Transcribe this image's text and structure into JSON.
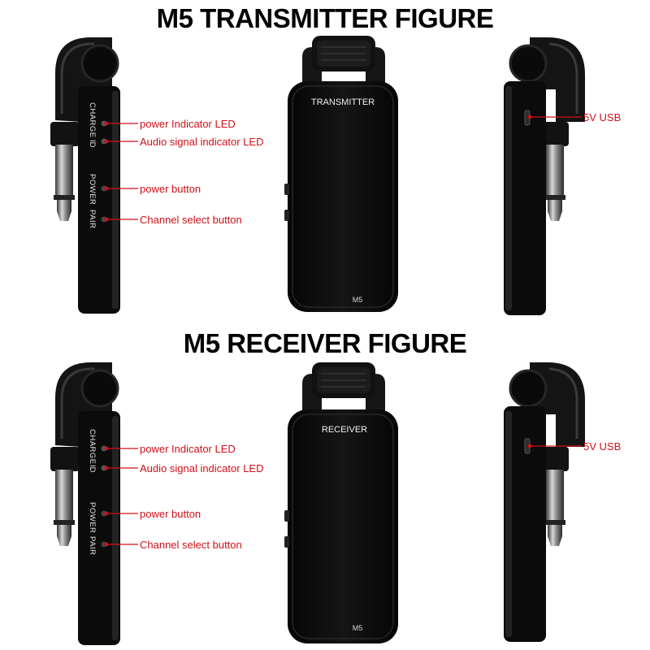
{
  "transmitter": {
    "title": "M5 TRANSMITTER FIGURE",
    "front_label": "TRANSMITTER",
    "model": "M5",
    "side_labels": {
      "charge": "CHARGE",
      "id": "ID",
      "power": "POWER",
      "pair": "PAIR"
    },
    "callouts": {
      "power_led": "power Indicator LED",
      "audio_led": "Audio signal indicator LED",
      "power_button": "power button",
      "channel_button": "Channel select button",
      "usb": "5V USB"
    }
  },
  "receiver": {
    "title": "M5 RECEIVER FIGURE",
    "front_label": "RECEIVER",
    "model": "M5",
    "side_labels": {
      "charge": "CHARGE",
      "id": "ID",
      "power": "POWER",
      "pair": "PAIR"
    },
    "callouts": {
      "power_led": "power Indicator LED",
      "audio_led": "Audio signal indicator LED",
      "power_button": "power button",
      "channel_button": "Channel select button",
      "usb": "5V USB"
    }
  },
  "colors": {
    "callout": "#d0101a",
    "device": "#0b0b0b"
  }
}
